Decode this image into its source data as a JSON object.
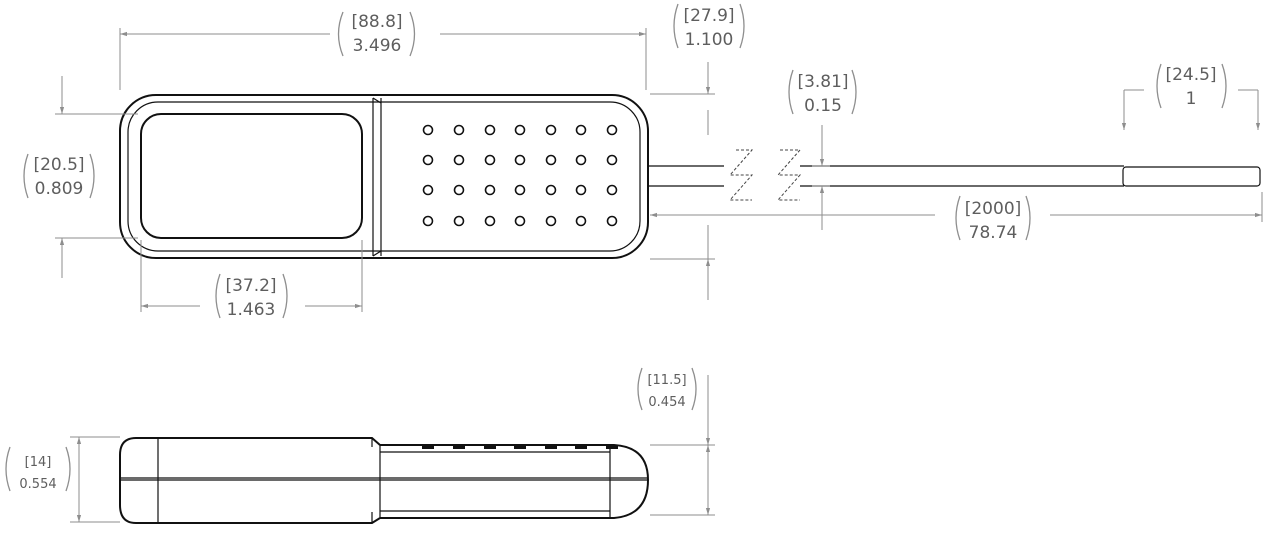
{
  "dimensions": {
    "overall_length": {
      "metric": "[88.8]",
      "imperial": "3.496"
    },
    "overall_width": {
      "metric": "[27.9]",
      "imperial": "1.100"
    },
    "cable_diameter": {
      "metric": "[3.81]",
      "imperial": "0.15"
    },
    "sensor_tip_length": {
      "metric": "[24.5]",
      "imperial": "1"
    },
    "window_height": {
      "metric": "[20.5]",
      "imperial": "0.809"
    },
    "window_width": {
      "metric": "[37.2]",
      "imperial": "1.463"
    },
    "cable_length": {
      "metric": "[2000]",
      "imperial": "78.74"
    },
    "half_thickness": {
      "metric": "[11.5]",
      "imperial": "0.454"
    },
    "total_thickness": {
      "metric": "[14]",
      "imperial": "0.554"
    }
  },
  "colors": {
    "outline": "#111111",
    "dimension": "#8e8e8e",
    "dimension_text": "#5e5e5e"
  }
}
